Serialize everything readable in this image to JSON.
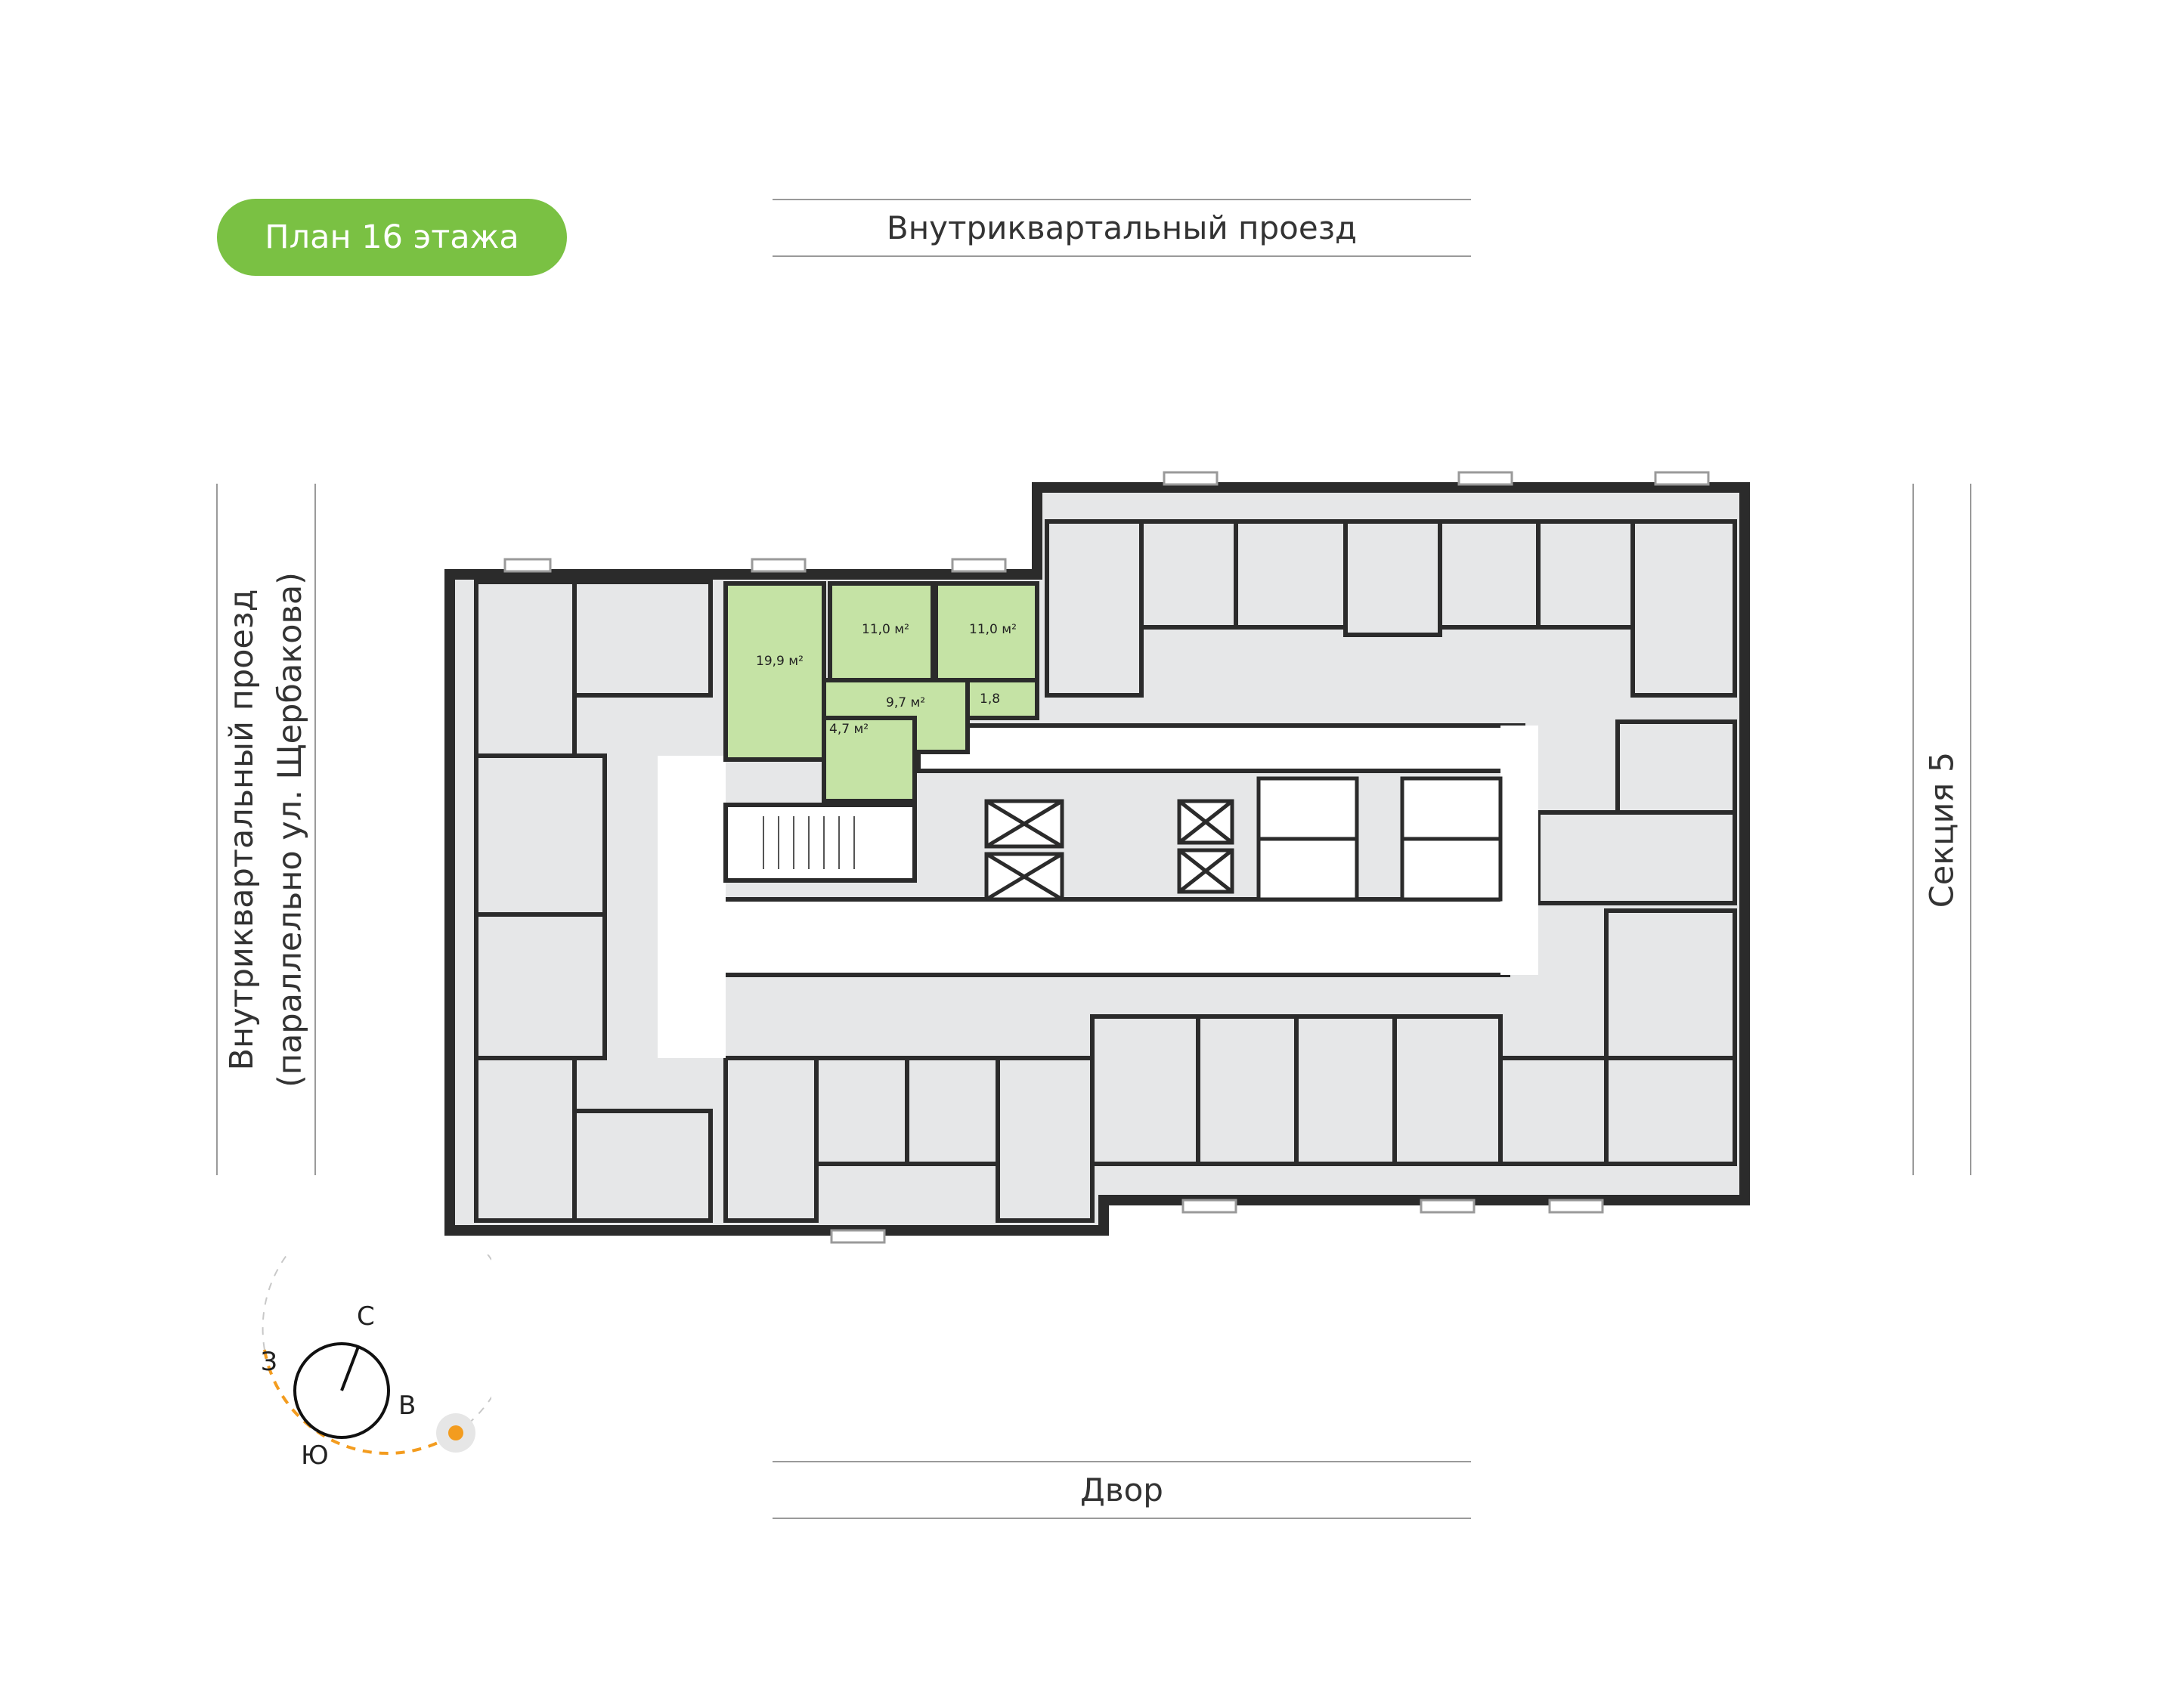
{
  "badge": {
    "label": "План 16 этажа",
    "color": "#7ac143"
  },
  "streets": {
    "top": "Внутриквартальный проезд",
    "bottom": "Двор",
    "left_line1": "Внутриквартальный проезд",
    "left_line2": "(параллельно ул. Щербакова)",
    "right": "Секция 5"
  },
  "apartment": {
    "color": "#c5e3a5",
    "rooms": [
      {
        "area": "19,9 м²"
      },
      {
        "area": "11,0 м²"
      },
      {
        "area": "11,0 м²"
      },
      {
        "area": "9,7 м²"
      },
      {
        "area": "1,8"
      },
      {
        "area": "4,7 м²"
      }
    ]
  },
  "compass": {
    "north": "С",
    "west": "З",
    "east": "В",
    "south": "Ю",
    "sun_color": "#f39c1f"
  },
  "colors": {
    "wall": "#2b2b2b",
    "room": "#e6e7e8",
    "corridor": "#ffffff"
  }
}
